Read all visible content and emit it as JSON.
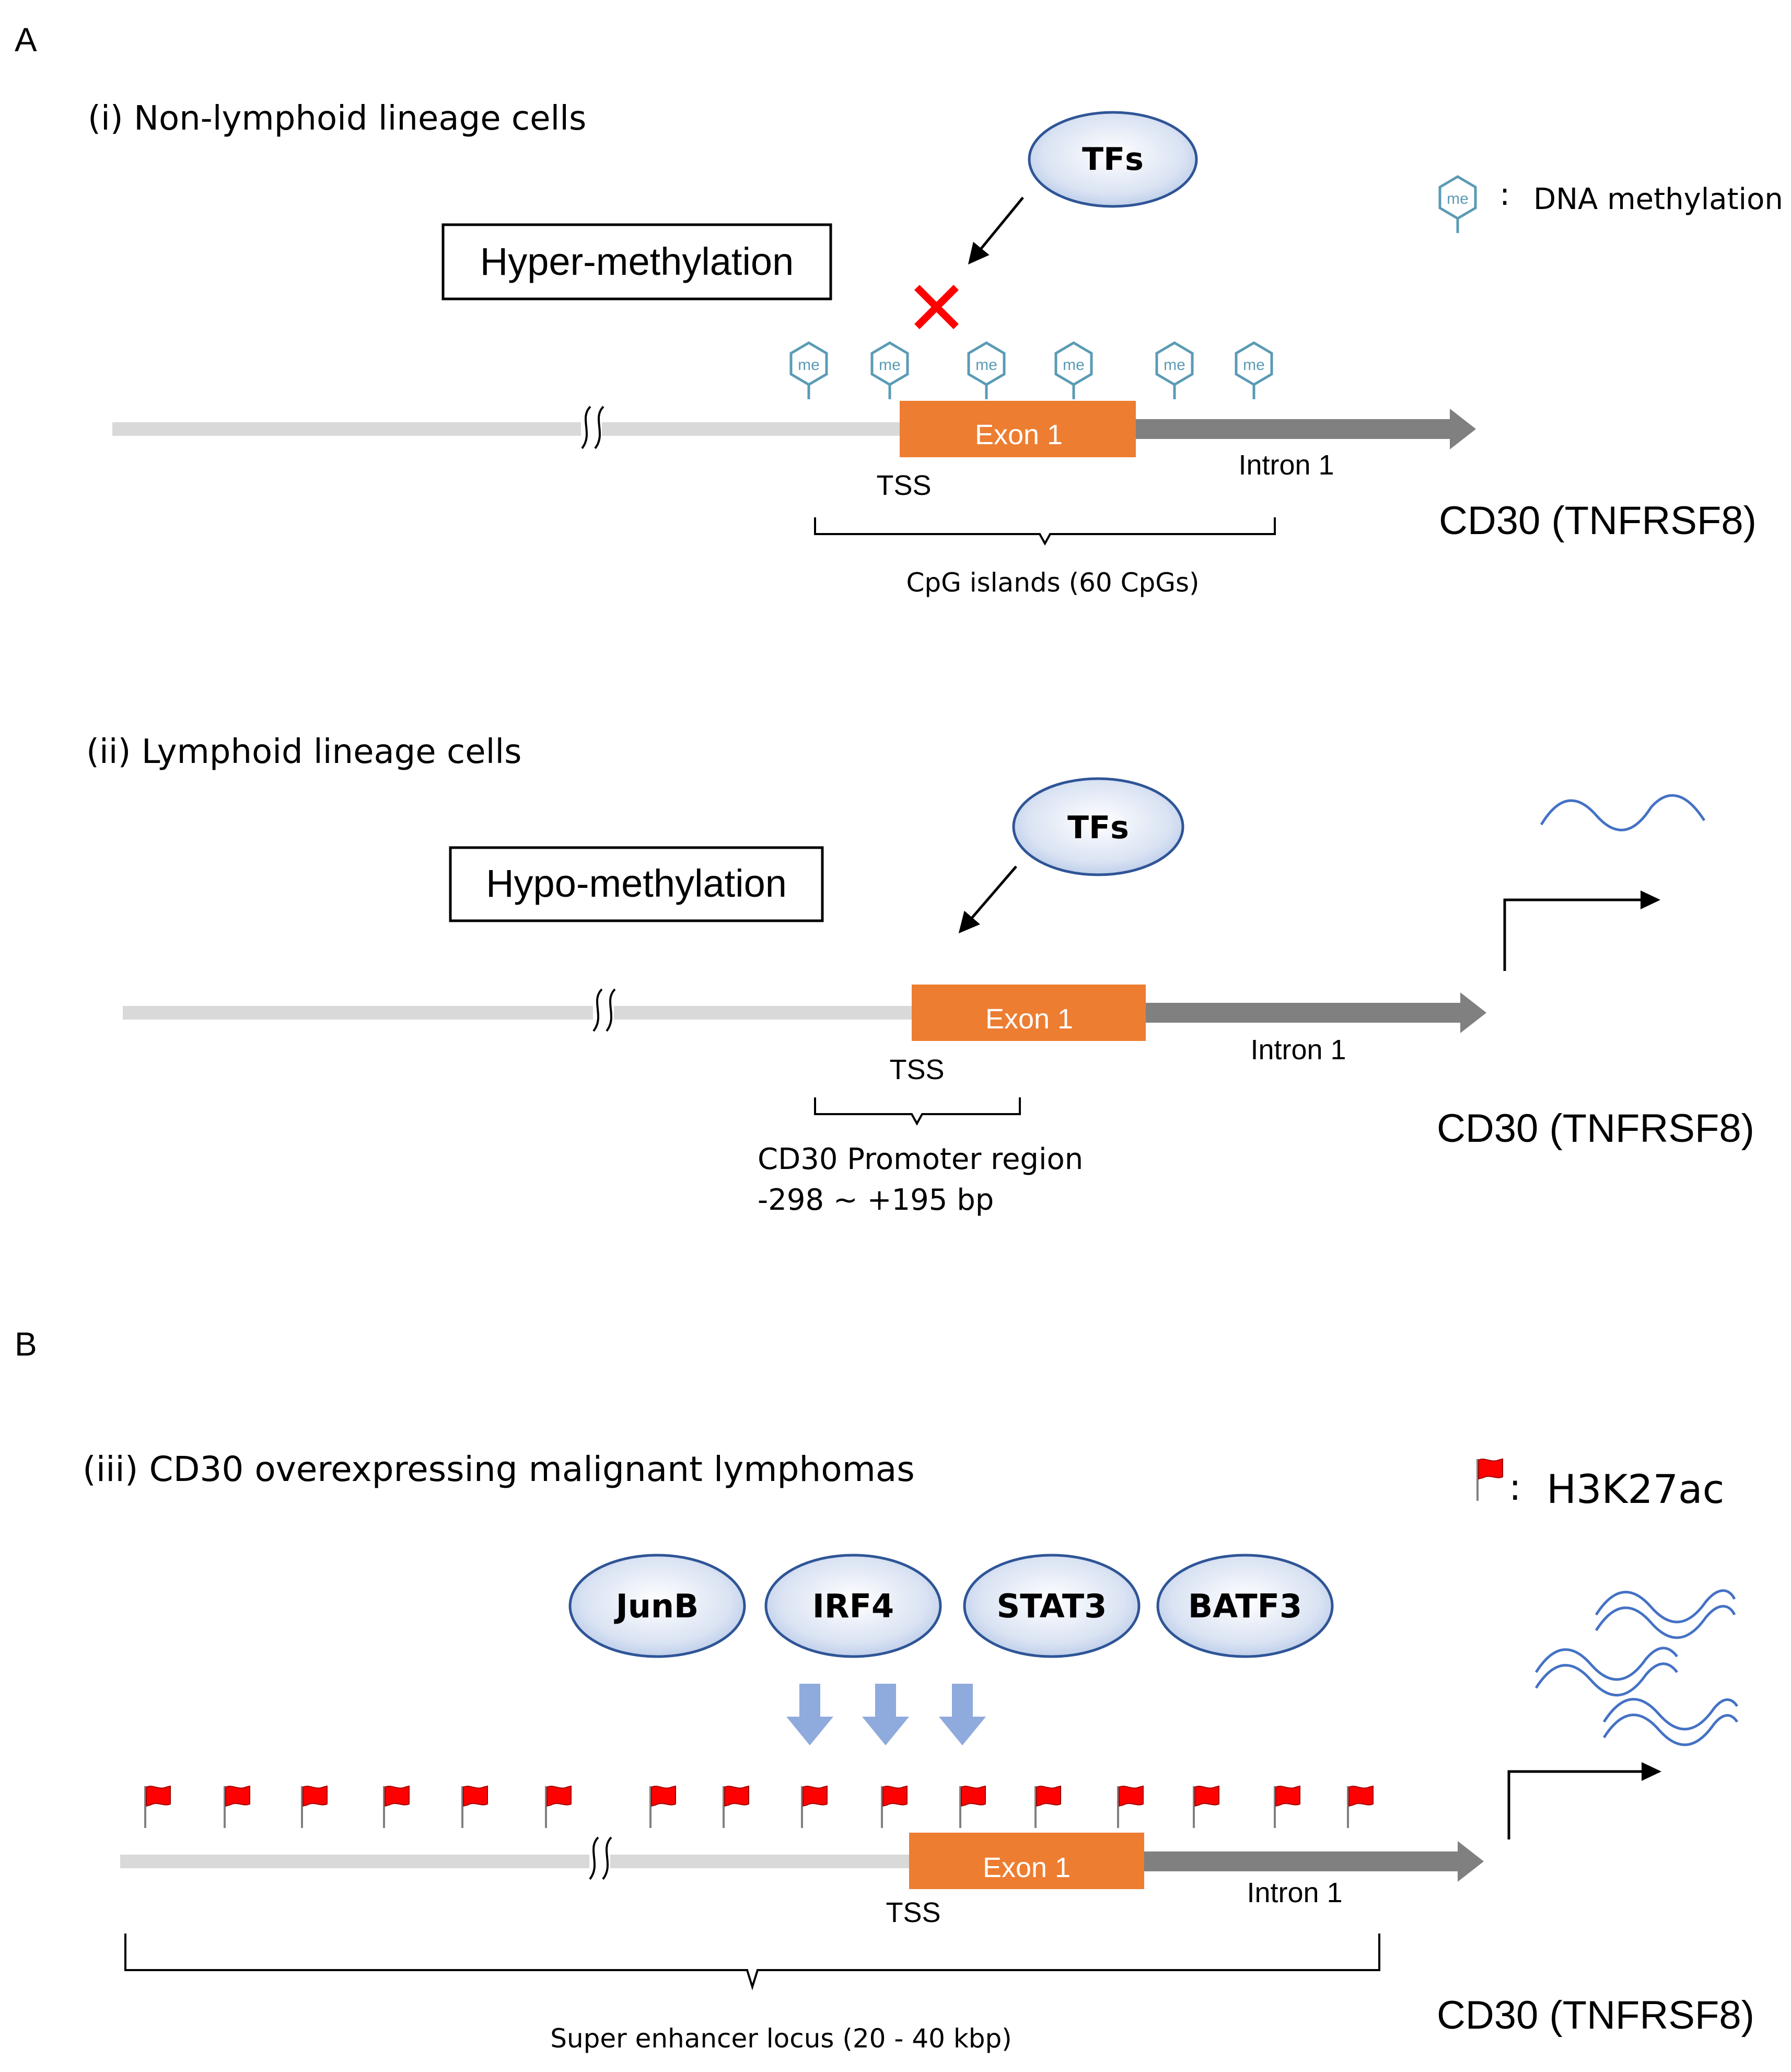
{
  "panels": {
    "a_label": "A",
    "b_label": "B"
  },
  "section_i": {
    "title": "(i) Non-lymphoid lineage cells",
    "status_box": "Hyper-methylation",
    "tfs": "TFs",
    "exon": "Exon 1",
    "intron": "Intron 1",
    "tss": "TSS",
    "bracket_label": "CpG islands (60 CpGs)",
    "gene": "CD30 (TNFRSF8)",
    "methyl_tag": "me"
  },
  "legend_methylation": {
    "colon": ":",
    "label": "DNA methylation",
    "tag": "me"
  },
  "section_ii": {
    "title": "(ii) Lymphoid lineage cells",
    "status_box": "Hypo-methylation",
    "tfs": "TFs",
    "exon": "Exon 1",
    "intron": "Intron 1",
    "tss": "TSS",
    "bracket_label_line1": "CD30 Promoter region",
    "bracket_label_line2": "-298 ~ +195 bp",
    "gene": "CD30 (TNFRSF8)"
  },
  "section_iii": {
    "title": "(iii) CD30 overexpressing malignant lymphomas",
    "factors": [
      "JunB",
      "IRF4",
      "STAT3",
      "BATF3"
    ],
    "exon": "Exon 1",
    "intron": "Intron 1",
    "tss": "TSS",
    "bracket_label": "Super enhancer locus (20 - 40 kbp)",
    "gene": "CD30 (TNFRSF8)"
  },
  "legend_h3k27ac": {
    "colon": ":",
    "label": "H3K27ac"
  },
  "colors": {
    "exon": "#ED7D31",
    "intron": "#808080",
    "upstream": "#D9D9D9",
    "tf_fill_light": "#E9EEF8",
    "tf_stroke": "#2F5597",
    "methyl": "#5B9BB5",
    "flag": "#FF0000",
    "blue_arrow": "#8FAADC",
    "wave": "#4472C4",
    "red_x": "#FF0000"
  }
}
